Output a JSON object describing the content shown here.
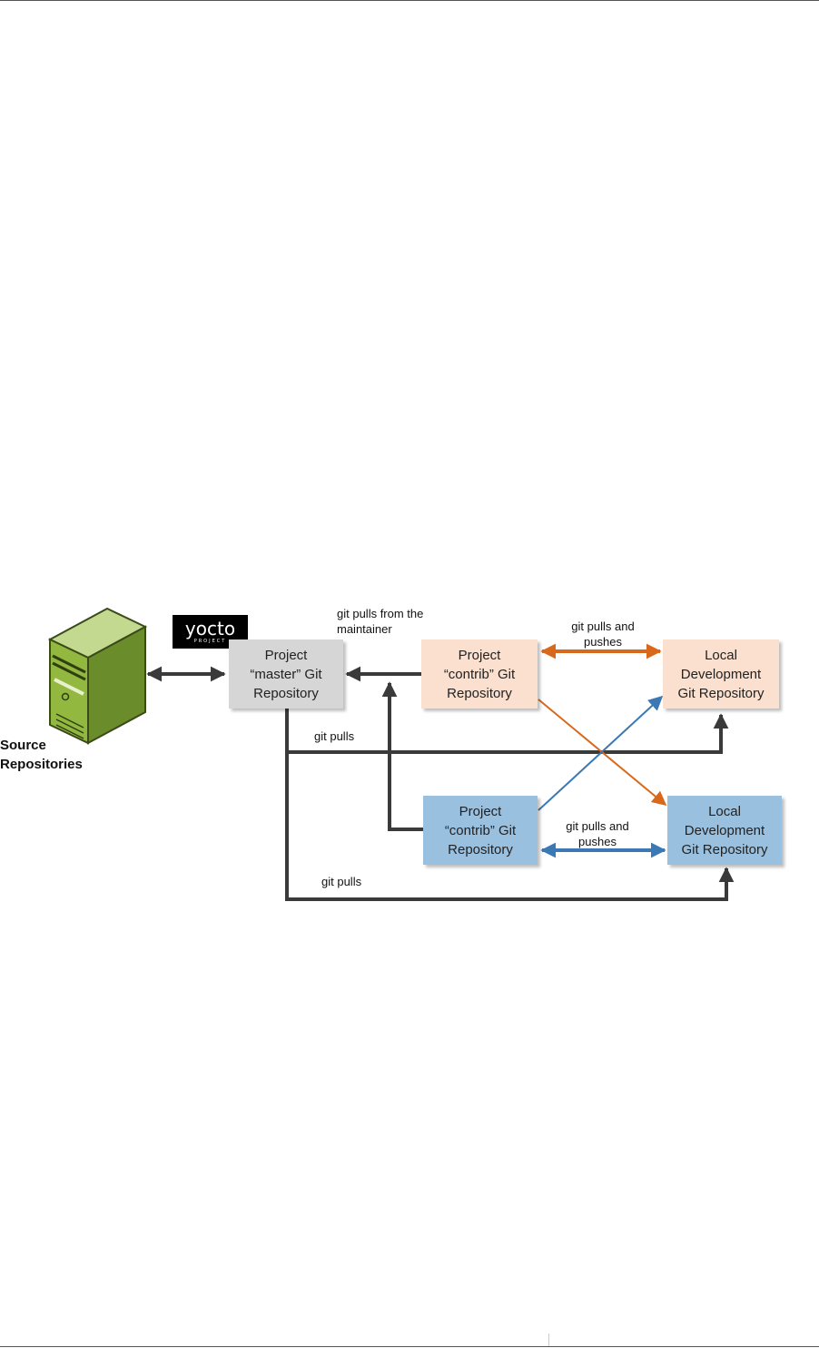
{
  "logo": {
    "word": "yocto",
    "sub": "PROJECT"
  },
  "source": {
    "label": "Source\nRepositories",
    "icon": "server-icon"
  },
  "boxes": {
    "master": "Project\n“master” Git\nRepository",
    "contrib_top": "Project\n“contrib” Git\nRepository",
    "local_top": "Local\nDevelopment\nGit Repository",
    "contrib_bottom": "Project\n“contrib” Git\nRepository",
    "local_bottom": "Local\nDevelopment\nGit Repository"
  },
  "labels": {
    "pulls_from_maintainer": "git pulls from the\nmaintainer",
    "pulls_pushes_top": "git pulls and\npushes",
    "pulls_pushes_bottom": "git pulls and\npushes",
    "pulls_upper": "git pulls",
    "pulls_lower": "git pulls"
  },
  "colors": {
    "dark_arrow": "#3a3a3a",
    "orange_arrow": "#d9691a",
    "blue_arrow": "#3c78b4",
    "grey_box": "#d6d6d6",
    "peach_box": "#fbe0cf",
    "blue_box": "#9ac0e0",
    "server_green": "#8db33a"
  }
}
